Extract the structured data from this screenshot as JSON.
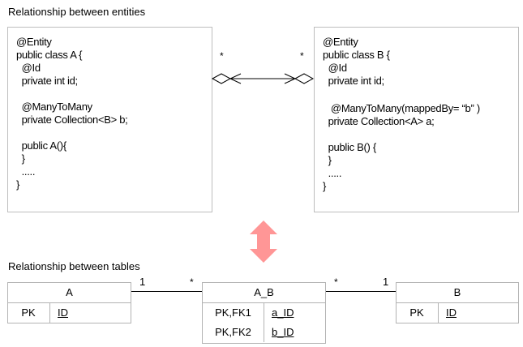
{
  "entities_section": {
    "title": "Relationship between entities",
    "entity_a": {
      "lines": [
        "@Entity",
        "public class A {",
        "  @Id",
        "  private int id;",
        "",
        "  @ManyToMany",
        "  private Collection<B> b;",
        "",
        "  public A(){",
        "  }",
        "  .....",
        "}"
      ]
    },
    "entity_b": {
      "lines": [
        "@Entity",
        "public class B {",
        "  @Id",
        "  private int id;",
        "",
        "   @ManyToMany(mappedBy= “b” )",
        "  private Collection<A> a;",
        "",
        "  public B() {",
        "  }",
        "  .....",
        "}"
      ]
    },
    "association": {
      "left_multiplicity": "*",
      "right_multiplicity": "*",
      "left_end": "aggregation-diamond-with-arrow",
      "right_end": "aggregation-diamond-with-arrow"
    }
  },
  "mapping_arrow": {
    "icon": "double-headed-vertical-arrow",
    "color": "#ff9696"
  },
  "tables_section": {
    "title": "Relationship between tables",
    "table_a": {
      "name": "A",
      "rows": [
        {
          "key": "PK",
          "column": "ID"
        }
      ]
    },
    "table_ab": {
      "name": "A_B",
      "rows": [
        {
          "key": "PK,FK1",
          "column": "a_ID"
        },
        {
          "key": "PK,FK2",
          "column": "b_ID"
        }
      ]
    },
    "table_b": {
      "name": "B",
      "rows": [
        {
          "key": "PK",
          "column": "ID"
        }
      ]
    },
    "link_a_ab": {
      "a_side": "1",
      "ab_side": "*"
    },
    "link_ab_b": {
      "ab_side": "*",
      "b_side": "1"
    }
  },
  "colors": {
    "border": "#bdbdbd",
    "line": "#000000",
    "arrow": "#ff9696"
  }
}
